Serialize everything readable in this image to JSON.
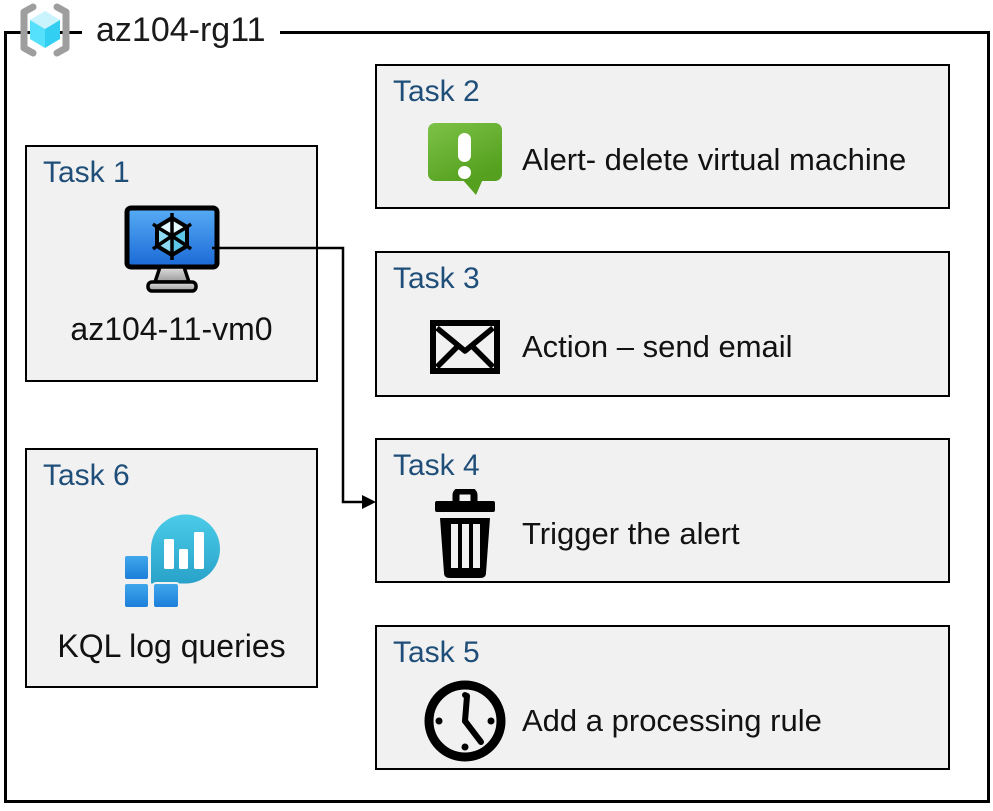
{
  "header": {
    "title": "az104-rg11",
    "icon": "resource-group-icon"
  },
  "tasks": {
    "task1": {
      "label": "Task 1",
      "item": "az104-11-vm0",
      "icon": "virtual-machine-icon"
    },
    "task2": {
      "label": "Task 2",
      "item": "Alert- delete virtual machine",
      "icon": "alert-icon"
    },
    "task3": {
      "label": "Task 3",
      "item": "Action – send email",
      "icon": "email-icon"
    },
    "task4": {
      "label": "Task 4",
      "item": "Trigger the alert",
      "icon": "trash-icon"
    },
    "task5": {
      "label": "Task 5",
      "item": "Add a processing rule",
      "icon": "clock-icon"
    },
    "task6": {
      "label": "Task 6",
      "item": "KQL log queries",
      "icon": "log-analytics-icon"
    }
  },
  "connector": {
    "from": "task1",
    "to": "task4"
  },
  "colors": {
    "task_label_blue": "#1F4E79",
    "box_fill": "#F1F1F1",
    "border_black": "#000000",
    "alert_green": "#65B32E",
    "vm_screen_blue": "#2E7FE0",
    "rg_cube_cyan": "#50E6FF",
    "kql_teal": "#32BEDD",
    "kql_square_blue": "#2E8DE0"
  }
}
